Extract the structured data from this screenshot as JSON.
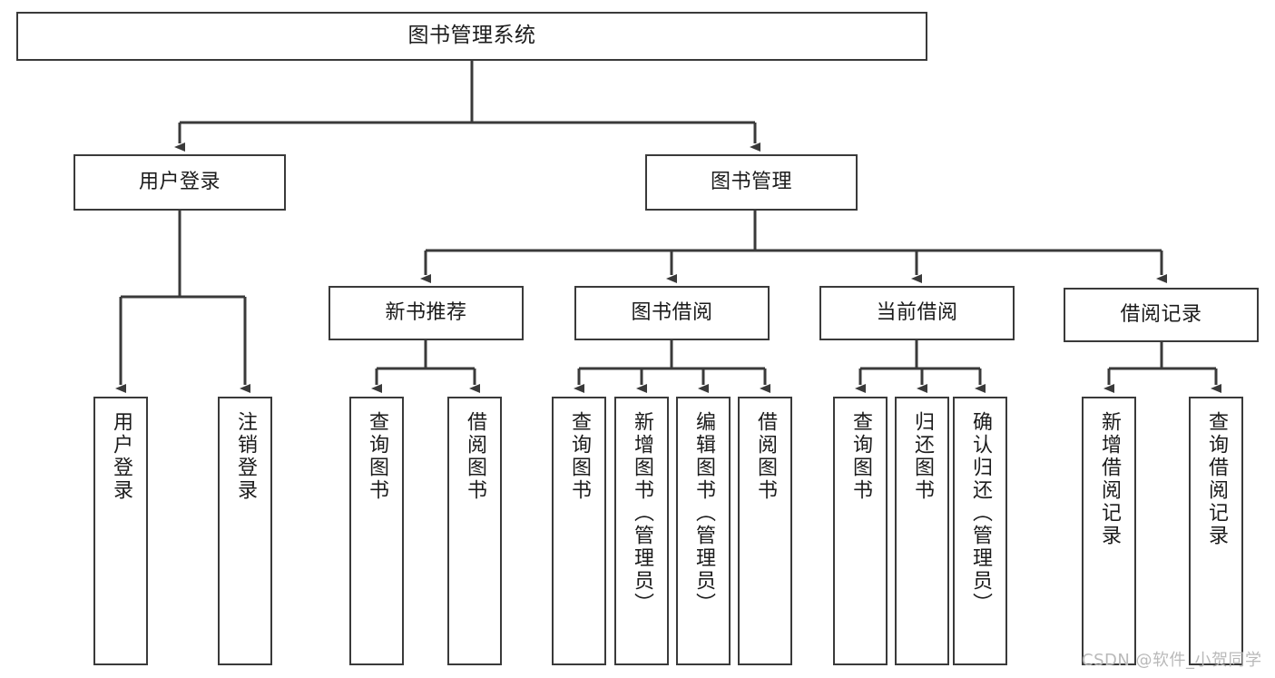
{
  "diagram": {
    "type": "tree-hierarchy",
    "title": "图书管理系统",
    "watermark": "CSDN @软件_小贺同学",
    "colors": {
      "box_border": "#3a3a3a",
      "box_fill": "#ffffff",
      "connector": "#3a3a3a",
      "text": "#1b1b1b",
      "watermark": "#b9b9b9"
    },
    "nodes": {
      "root": {
        "label": "图书管理系统"
      },
      "level2": [
        {
          "label": "用户登录"
        },
        {
          "label": "图书管理"
        }
      ],
      "level3": [
        {
          "label": "新书推荐"
        },
        {
          "label": "图书借阅"
        },
        {
          "label": "当前借阅"
        },
        {
          "label": "借阅记录"
        }
      ],
      "leaves_user_login": [
        {
          "label": "用户登录"
        },
        {
          "label": "注销登录"
        }
      ],
      "leaves_new_book": [
        {
          "label": "查询图书"
        },
        {
          "label": "借阅图书"
        }
      ],
      "leaves_borrow": [
        {
          "label": "查询图书"
        },
        {
          "label": "新增图书（管理员）"
        },
        {
          "label": "编辑图书（管理员）"
        },
        {
          "label": "借阅图书"
        }
      ],
      "leaves_current": [
        {
          "label": "查询图书"
        },
        {
          "label": "归还图书"
        },
        {
          "label": "确认归还（管理员）"
        }
      ],
      "leaves_records": [
        {
          "label": "新增借阅记录"
        },
        {
          "label": "查询借阅记录"
        }
      ]
    }
  }
}
